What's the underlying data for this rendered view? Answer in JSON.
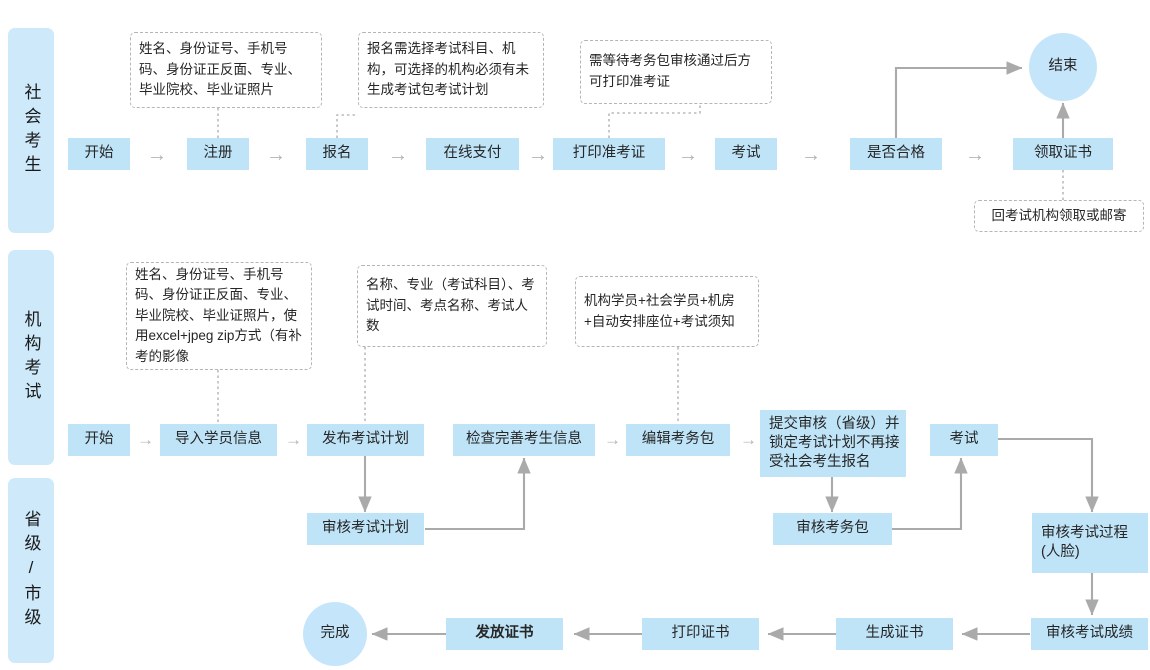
{
  "diagram": {
    "title_lanes": [
      {
        "id": "lane-social",
        "label": "社会考生"
      },
      {
        "id": "lane-org",
        "label": "机构考试"
      },
      {
        "id": "lane-province",
        "label": "省级/市级"
      }
    ],
    "colors": {
      "node_fill": "#bfe4f8",
      "circle_fill": "#c5e6fa",
      "lane_fill": "#cde9fa",
      "connector": "#aaaaaa",
      "note_border": "#b5b5b5",
      "text": "#262626"
    },
    "row1": {
      "nodes": [
        {
          "id": "r1-start",
          "label": "开始"
        },
        {
          "id": "r1-register",
          "label": "注册"
        },
        {
          "id": "r1-signup",
          "label": "报名"
        },
        {
          "id": "r1-pay",
          "label": "在线支付"
        },
        {
          "id": "r1-print-admission",
          "label": "打印准考证"
        },
        {
          "id": "r1-exam",
          "label": "考试"
        },
        {
          "id": "r1-qualified",
          "label": "是否合格"
        },
        {
          "id": "r1-get-cert",
          "label": "领取证书"
        },
        {
          "id": "r1-end",
          "label": "结束"
        }
      ],
      "notes": [
        {
          "id": "note-register-fields",
          "text": "姓名、身份证号、手机号码、身份证正反面、专业、毕业院校、毕业证照片"
        },
        {
          "id": "note-signup-rule",
          "text": "报名需选择考试科目、机构，可选择的机构必须有未生成考试包考试计划"
        },
        {
          "id": "note-admission-rule",
          "text": "需等待考务包审核通过后方可打印准考证"
        },
        {
          "id": "note-cert-delivery",
          "text": "回考试机构领取或邮寄"
        }
      ],
      "arrow_glyph": "→"
    },
    "row2": {
      "nodes": [
        {
          "id": "r2-start",
          "label": "开始"
        },
        {
          "id": "r2-import-students",
          "label": "导入学员信息"
        },
        {
          "id": "r2-publish-plan",
          "label": "发布考试计划"
        },
        {
          "id": "r2-review-plan",
          "label": "审核考试计划"
        },
        {
          "id": "r2-check-candidates",
          "label": "检查完善考生信息"
        },
        {
          "id": "r2-edit-package",
          "label": "编辑考务包"
        },
        {
          "id": "r2-submit-lock",
          "label": "提交审核（省级）并锁定考试计划不再接受社会考生报名"
        },
        {
          "id": "r2-review-package",
          "label": "审核考务包"
        },
        {
          "id": "r2-exam",
          "label": "考试"
        },
        {
          "id": "r2-review-process",
          "label": "审核考试过程(人脸)"
        }
      ],
      "notes": [
        {
          "id": "note-import-fields",
          "text": "姓名、身份证号、手机号码、身份证正反面、专业、毕业院校、毕业证照片，使用excel+jpeg zip方式（有补考的影像"
        },
        {
          "id": "note-plan-fields",
          "text": "名称、专业（考试科目）、考试时间、考点名称、考试人数"
        },
        {
          "id": "note-package-fields",
          "text": "机构学员+社会学员+机房+自动安排座位+考试须知"
        }
      ],
      "arrow_glyph": "→"
    },
    "row3": {
      "nodes": [
        {
          "id": "r3-review-score",
          "label": "审核考试成绩"
        },
        {
          "id": "r3-generate-cert",
          "label": "生成证书"
        },
        {
          "id": "r3-print-cert",
          "label": "打印证书"
        },
        {
          "id": "r3-issue-cert",
          "label": "发放证书"
        },
        {
          "id": "r3-done",
          "label": "完成"
        }
      ]
    }
  }
}
